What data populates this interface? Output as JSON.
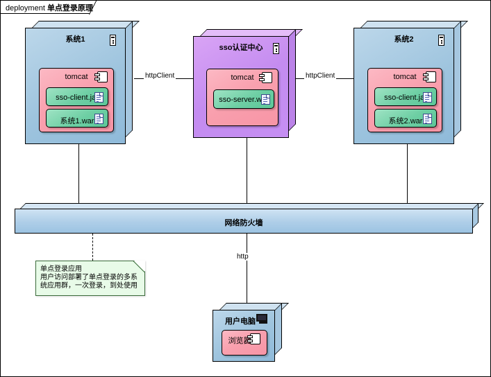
{
  "diagram": {
    "kind_label": "deployment",
    "title": "单点登录原理"
  },
  "nodes": [
    {
      "id": "system1",
      "label": "系统1",
      "icon": "device-icon",
      "component": {
        "label": "tomcat",
        "icon": "component-icon",
        "artifacts": [
          {
            "label": "sso-client.jar",
            "icon": "artifact-icon"
          },
          {
            "label": "系统1.war",
            "icon": "artifact-icon"
          }
        ]
      }
    },
    {
      "id": "sso",
      "label": "sso认证中心",
      "icon": "device-icon",
      "component": {
        "label": "tomcat",
        "icon": "component-icon",
        "artifacts": [
          {
            "label": "sso-server.war",
            "icon": "artifact-icon"
          }
        ]
      }
    },
    {
      "id": "system2",
      "label": "系统2",
      "icon": "device-icon",
      "component": {
        "label": "tomcat",
        "icon": "component-icon",
        "artifacts": [
          {
            "label": "sso-client.jar",
            "icon": "artifact-icon"
          },
          {
            "label": "系统2.war",
            "icon": "artifact-icon"
          }
        ]
      }
    }
  ],
  "firewall": {
    "label": "网络防火墙"
  },
  "client_node": {
    "label": "用户电脑",
    "icon": "monitor-icon",
    "component": {
      "label": "浏览器",
      "icon": "component-icon"
    }
  },
  "connections": {
    "left_http_client": "httpClient",
    "right_http_client": "httpClient",
    "client_http": "http"
  },
  "note": {
    "line1": "单点登录应用",
    "line2": "用户访问部署了单点登录的多系",
    "line3": "统应用群，一次登录，到处使用"
  },
  "colors": {
    "node_blue": "#9ec4de",
    "node_purple": "#c48cf0",
    "component_pink": "#f9a0ae",
    "artifact_green": "#6ecfa4",
    "note_green": "#e8fbe8",
    "firewall_blue": "#aecee8"
  }
}
